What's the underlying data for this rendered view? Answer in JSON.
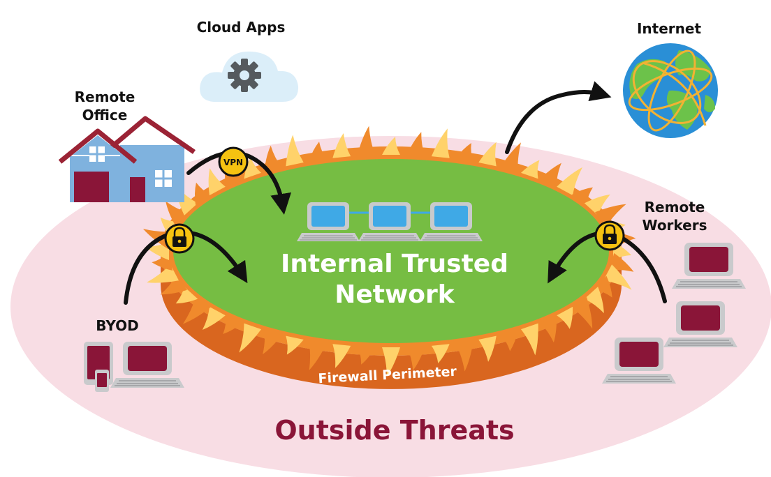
{
  "labels": {
    "cloud_apps": "Cloud Apps",
    "internet": "Internet",
    "remote_office_line1": "Remote",
    "remote_office_line2": "Office",
    "remote_workers_line1": "Remote",
    "remote_workers_line2": "Workers",
    "byod": "BYOD",
    "internal_line1": "Internal Trusted",
    "internal_line2": "Network",
    "firewall": "Firewall Perimeter",
    "outside_threats": "Outside Threats",
    "vpn": "VPN"
  },
  "colors": {
    "outer_zone": "#f8dde4",
    "green_network": "#76bd43",
    "firewall_orange": "#f08a2c",
    "firewall_dark": "#d9661f",
    "flame_light": "#ffd26a",
    "maroon": "#8a1538",
    "house_blue": "#7fb2de",
    "roof_red": "#9b2335",
    "cloud": "#dbeef9",
    "gear": "#555a5e",
    "globe_blue": "#2a8fd6",
    "globe_green": "#6cc24a",
    "globe_lines": "#f2b233",
    "lock_yellow": "#f5c211",
    "screen_blue": "#3fa9e6",
    "device_gray": "#c9cacc",
    "black": "#111111"
  },
  "icons": {
    "cloud": "cloud-gear-icon",
    "internet": "globe-icon",
    "office": "house-icon",
    "vpn": "vpn-badge",
    "lock": "lock-icon",
    "laptop": "laptop-icon",
    "tablet": "tablet-icon",
    "phone": "phone-icon"
  }
}
